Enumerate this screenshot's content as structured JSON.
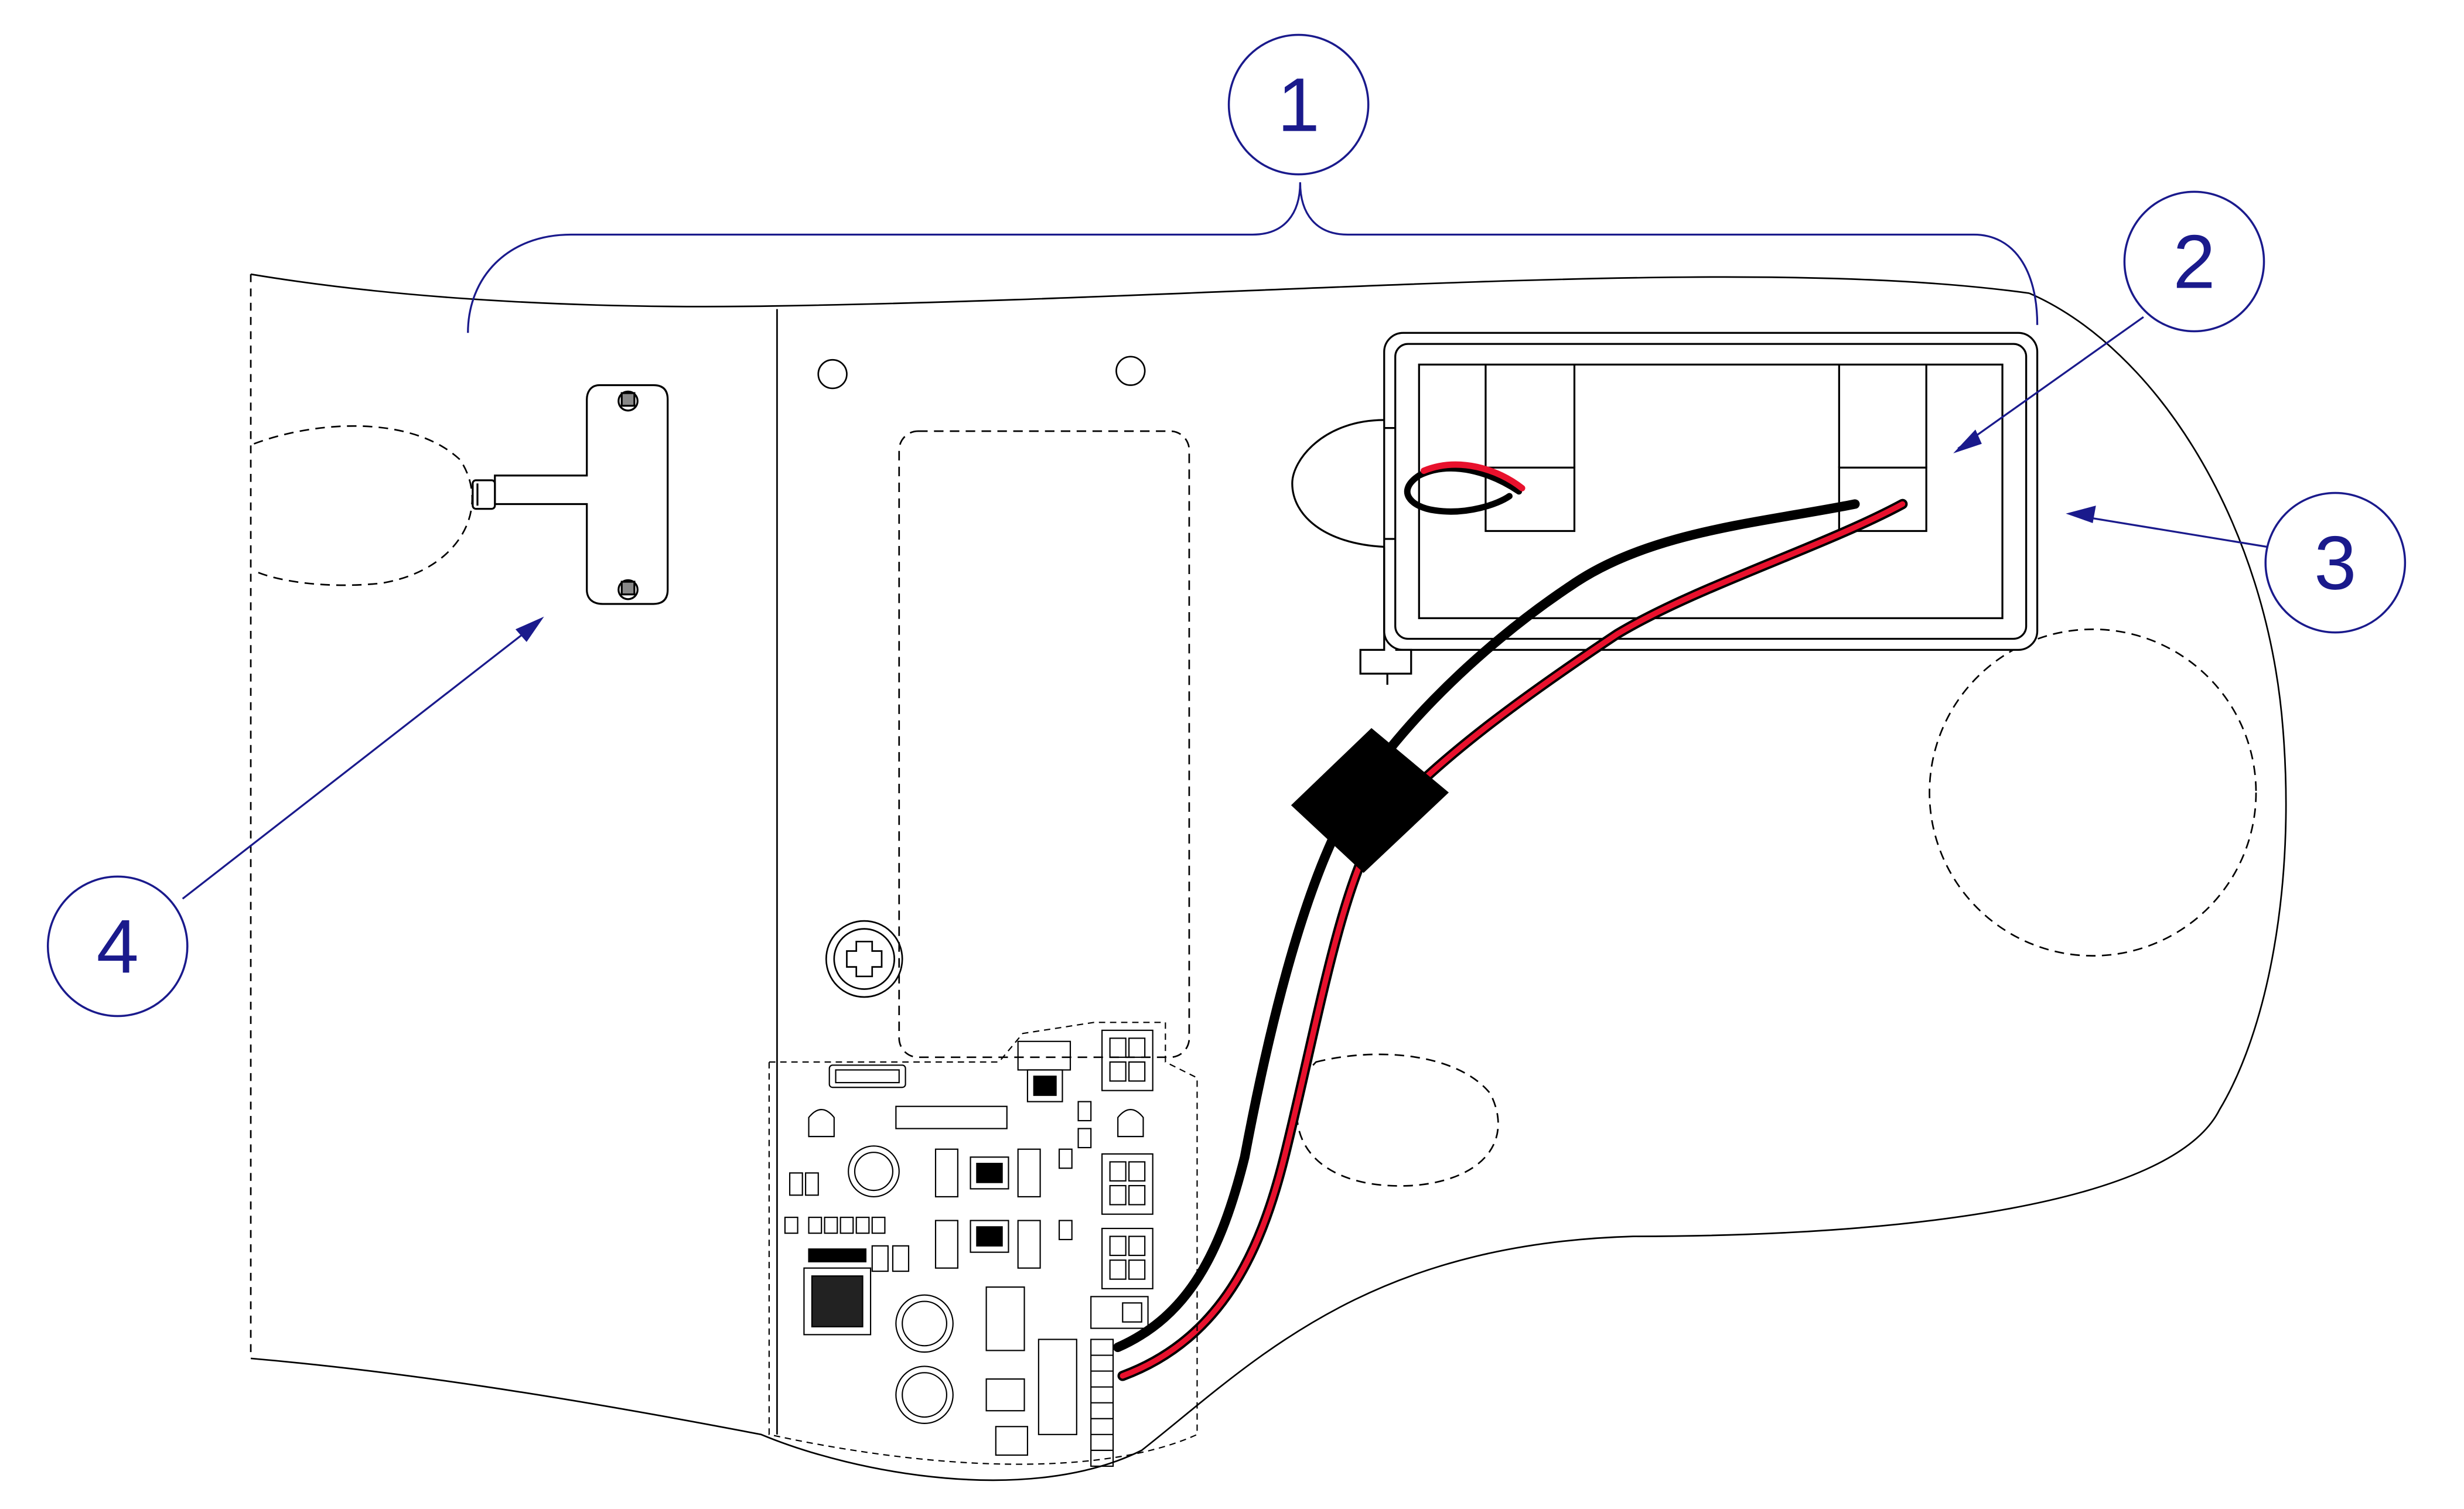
{
  "callouts": [
    {
      "id": "1",
      "label": "1"
    },
    {
      "id": "2",
      "label": "2"
    },
    {
      "id": "3",
      "label": "3"
    },
    {
      "id": "4",
      "label": "4"
    }
  ],
  "colors": {
    "line": "#000000",
    "dashed": "#000000",
    "callout": "#1a1a8c",
    "red_wire": "#e8112d",
    "black_wire": "#000000",
    "fill_panel": "#fdfdfd"
  }
}
